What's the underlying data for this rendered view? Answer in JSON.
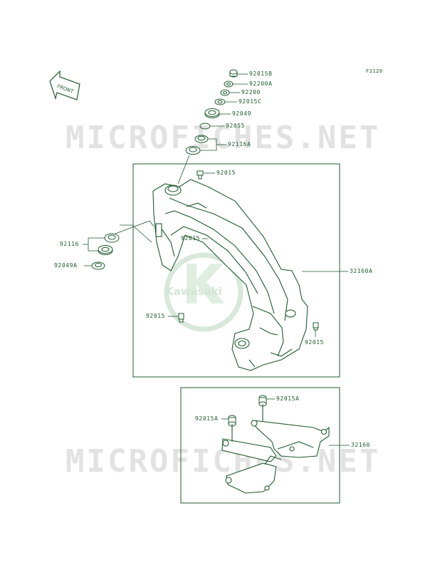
{
  "sheet_code": "F2120",
  "front_label": "FRONT",
  "watermark_text": "MICROFICHES.NET",
  "logo_text": "Kawasaki",
  "colors": {
    "line": "#1f5a2e",
    "fill": "#ffffff",
    "watermark": "#e2e2e2",
    "logo": "#d9eadc"
  },
  "parts": {
    "p92015B": "92015B",
    "p92200A": "92200A",
    "p92200": "92200",
    "p92015C": "92015C",
    "p92049": "92049",
    "p92055": "92055",
    "p92116A": "92116A",
    "p92015_top": "92015",
    "p92015_mid": "92015",
    "p92116": "92116",
    "p92049A": "92049A",
    "p92015_left": "92015",
    "p92015_right": "92015",
    "p32160A": "32160A",
    "p92015A_top": "92015A",
    "p92015A_left": "92015A",
    "p32160": "32160"
  }
}
